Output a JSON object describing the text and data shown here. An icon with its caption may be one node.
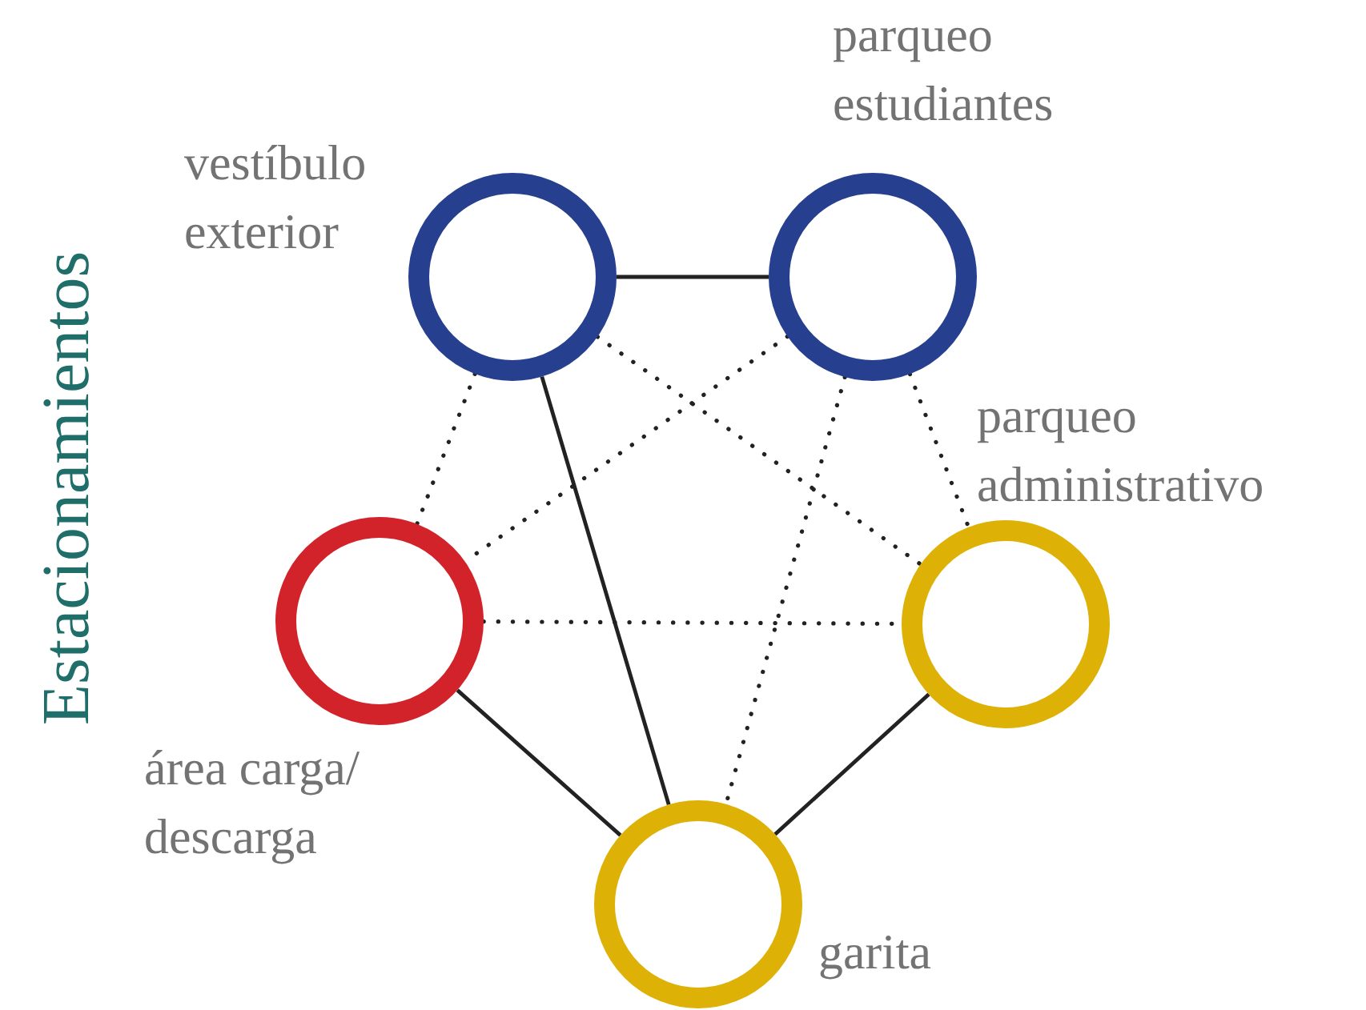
{
  "diagram": {
    "title": "Estacionamientos",
    "nodes": [
      {
        "text": [],
        "shape": "circle",
        "beside": [
          "vestíbulo exterior"
        ]
      },
      {
        "text": [],
        "shape": "circle",
        "beside": [
          "parqueo estudiantes"
        ]
      },
      {
        "text": [],
        "shape": "circle",
        "beside": [
          "parqueo administrativo"
        ]
      },
      {
        "text": [],
        "shape": "circle",
        "beside": [
          "área carga/ descarga"
        ]
      },
      {
        "text": [],
        "shape": "circle",
        "beside": [
          "garita"
        ]
      }
    ],
    "edges": [
      {
        "from": 0,
        "to": 1,
        "arrow": "none"
      },
      {
        "from": 0,
        "to": 3,
        "arrow": "none",
        "style": "dashed"
      },
      {
        "from": 0,
        "to": 2,
        "arrow": "none",
        "style": "dashed"
      },
      {
        "from": 0,
        "to": 4,
        "arrow": "none"
      },
      {
        "from": 1,
        "to": 3,
        "arrow": "none",
        "style": "dashed"
      },
      {
        "from": 1,
        "to": 4,
        "arrow": "none",
        "style": "dashed"
      },
      {
        "from": 1,
        "to": 2,
        "arrow": "none",
        "style": "dashed"
      },
      {
        "from": 3,
        "to": 2,
        "arrow": "none",
        "style": "dashed"
      },
      {
        "from": 3,
        "to": 4,
        "arrow": "none"
      },
      {
        "from": 2,
        "to": 4,
        "arrow": "none"
      }
    ]
  }
}
